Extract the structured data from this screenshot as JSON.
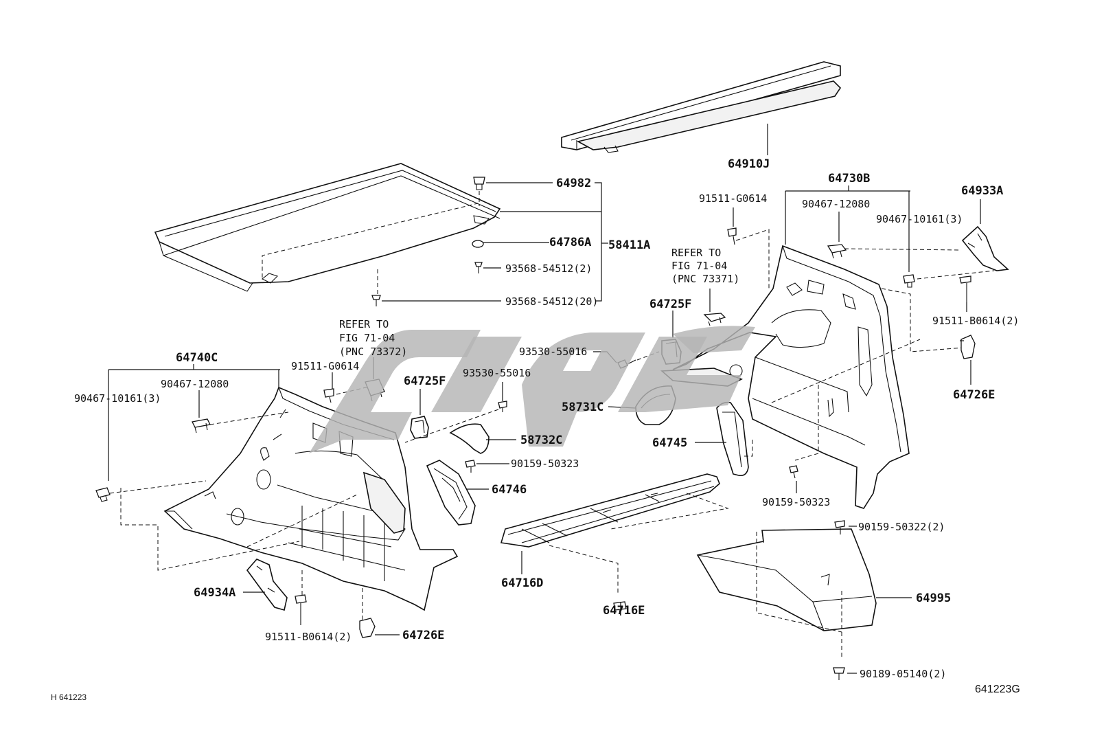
{
  "diagram": {
    "code_bottom_left": "H 641223",
    "code_bottom_right": "641223G",
    "labels": {
      "p64910J": "64910J",
      "p64982": "64982",
      "p64786A": "64786A",
      "p58411A": "58411A",
      "p93568_2": "93568-54512(2)",
      "p93568_20": "93568-54512(20)",
      "p64730B": "64730B",
      "p91511G_right": "91511-G0614",
      "p90467_12080_right": "90467-12080",
      "p90467_10161_right": "90467-10161(3)",
      "p64933A": "64933A",
      "p91511B_right": "91511-B0614(2)",
      "p64726E_right": "64726E",
      "ref_right_1": "REFER TO",
      "ref_right_2": "FIG 71-04",
      "ref_right_3": "(PNC 73371)",
      "p64725F_right": "64725F",
      "p93530_right": "93530-55016",
      "p58731C": "58731C",
      "p64745": "64745",
      "p90159_50323_right": "90159-50323",
      "p90159_50322": "90159-50322(2)",
      "p64995": "64995",
      "p90189": "90189-05140(2)",
      "ref_left_1": "REFER TO",
      "ref_left_2": "FIG 71-04",
      "ref_left_3": "(PNC 73372)",
      "p64740C": "64740C",
      "p91511G_left": "91511-G0614",
      "p90467_12080_left": "90467-12080",
      "p90467_10161_left": "90467-10161(3)",
      "p64725F_left": "64725F",
      "p93530_left": "93530-55016",
      "p58732C": "58732C",
      "p90159_50323_left": "90159-50323",
      "p64746": "64746",
      "p64716D": "64716D",
      "p64716E": "64716E",
      "p64934A": "64934A",
      "p91511B_left": "91511-B0614(2)",
      "p64726E_left": "64726E"
    }
  }
}
